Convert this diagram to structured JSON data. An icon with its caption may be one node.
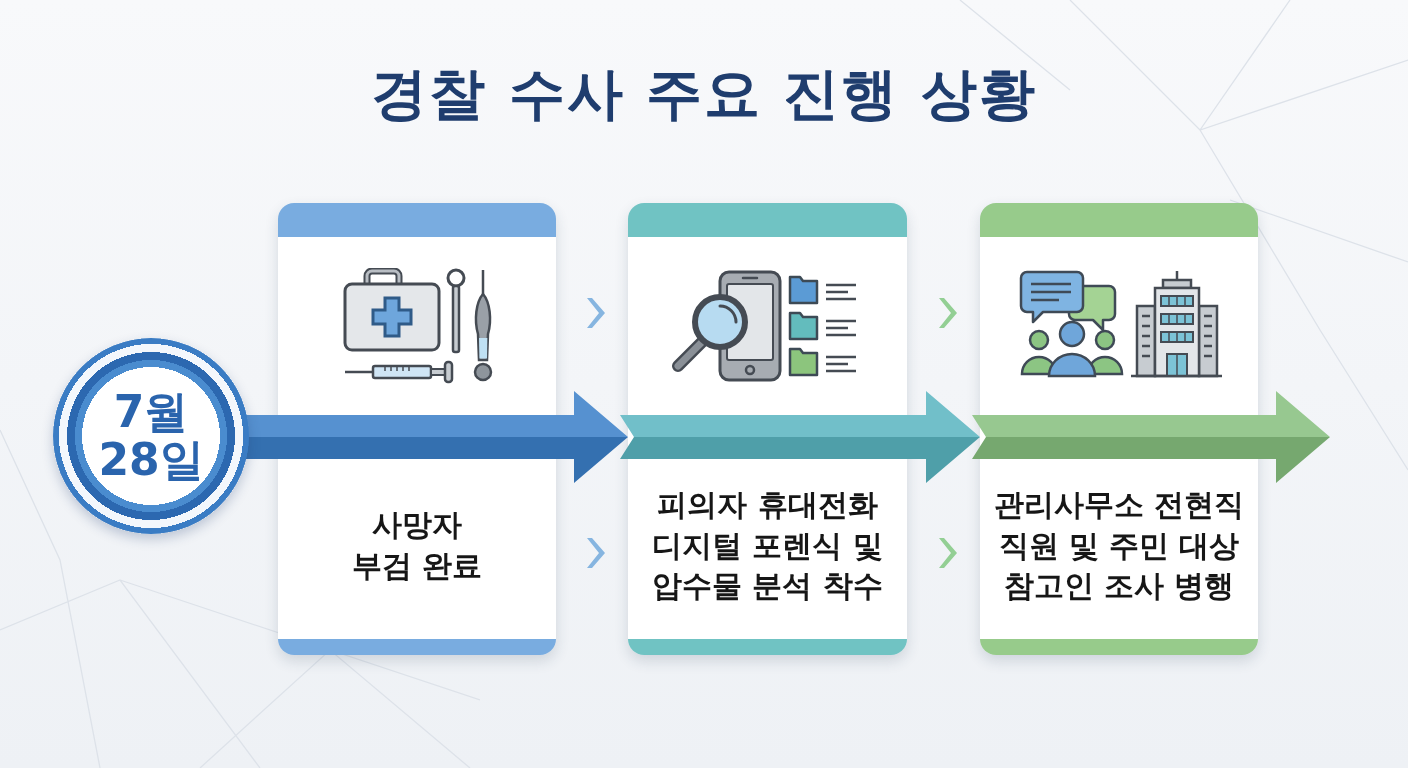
{
  "diagram": {
    "title": "경찰 수사 주요 진행 상황",
    "nodes": [
      {
        "text": [
          "7월 28일"
        ]
      },
      {
        "text": [
          "사망자 부검 완료"
        ]
      },
      {
        "text": [
          "피의자 휴대전화 디지털 포렌식 및 압수물 분석 착수"
        ]
      },
      {
        "text": [
          "관리사무소 전현직 직원 및 주민 대상 참고인 조사 병행"
        ]
      }
    ],
    "edges": [
      {
        "from": 1,
        "to": 2,
        "arrow": "to",
        "color": "#86b5e0"
      },
      {
        "from": 1,
        "to": 2,
        "arrow": "to",
        "color": "#86b5e0"
      },
      {
        "from": 2,
        "to": 3,
        "arrow": "to",
        "color": "#93cf94"
      },
      {
        "from": 2,
        "to": 3,
        "arrow": "to",
        "color": "#93cf94"
      }
    ]
  }
}
